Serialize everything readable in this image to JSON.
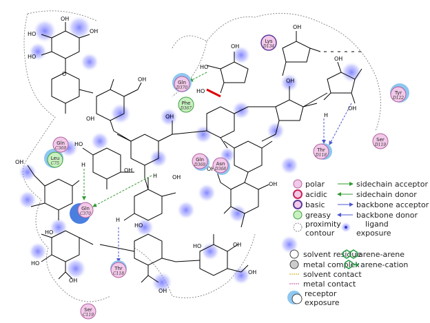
{
  "residues": [
    {
      "id": "gln370a",
      "name": "Gln",
      "num": "D370",
      "type": "polar"
    },
    {
      "id": "phe367",
      "name": "Phe",
      "num": "D367",
      "type": "greasy"
    },
    {
      "id": "lys134",
      "name": "Lys",
      "num": "D134",
      "type": "basic"
    },
    {
      "id": "tyr122",
      "name": "Tyr",
      "num": "D122",
      "type": "polar"
    },
    {
      "id": "gln369a",
      "name": "Gln",
      "num": "C369",
      "type": "polar"
    },
    {
      "id": "leu75",
      "name": "Leu",
      "num": "C75",
      "type": "greasy"
    },
    {
      "id": "ser119d",
      "name": "Ser",
      "num": "D119",
      "type": "polar"
    },
    {
      "id": "thr118d",
      "name": "Thr",
      "num": "D118",
      "type": "polar"
    },
    {
      "id": "gln369d",
      "name": "Gln",
      "num": "D369",
      "type": "polar"
    },
    {
      "id": "asn368",
      "name": "Asn",
      "num": "D368",
      "type": "polar"
    },
    {
      "id": "gln370c",
      "name": "Gln",
      "num": "C370",
      "type": "polar"
    },
    {
      "id": "thr118c",
      "name": "Thr",
      "num": "C118",
      "type": "polar"
    },
    {
      "id": "ser119c",
      "name": "Ser",
      "num": "C119",
      "type": "polar"
    }
  ],
  "atom_labels": {
    "oh": "OH",
    "ho": "HO",
    "o": "O",
    "h": "H"
  },
  "legend": {
    "polar": "polar",
    "acidic": "acidic",
    "basic": "basic",
    "greasy": "greasy",
    "proximity": "proximity",
    "contour": "contour",
    "sidechain_acceptor": "sidechain acceptor",
    "sidechain_donor": "sidechain donor",
    "backbone_acceptor": "backbone acceptor",
    "backbone_donor": "backbone donor",
    "ligand": "ligand",
    "exposure": "exposure",
    "solvent_residue": "solvent residue",
    "metal_complex": "metal complex",
    "solvent_contact": "solvent contact",
    "metal_contact": "metal contact",
    "receptor": "receptor",
    "receptor_exposure": "exposure",
    "arene_arene": "arene-arene",
    "arene_cation": "arene-cation"
  },
  "colors": {
    "polar_fill": "#f2c9e8",
    "polar_stroke": "#b060a0",
    "acidic_stroke": "#cc2255",
    "basic_stroke": "#5a3a9a",
    "greasy_fill": "#c8f0c0",
    "greasy_stroke": "#3f9f3f",
    "sidechain_acceptor": "#2f9a2f",
    "sidechain_donor": "#2f9a2f",
    "backbone_acceptor": "#4a55d0",
    "backbone_donor": "#4a55d0",
    "exposure_blue": "#8f93ff",
    "receptor_exposure": "#8ec7f0",
    "solvent_contact": "#c8a300",
    "metal_contact": "#c040a0",
    "arene": "#1d9a3d",
    "contour": "#8a8a8a"
  }
}
